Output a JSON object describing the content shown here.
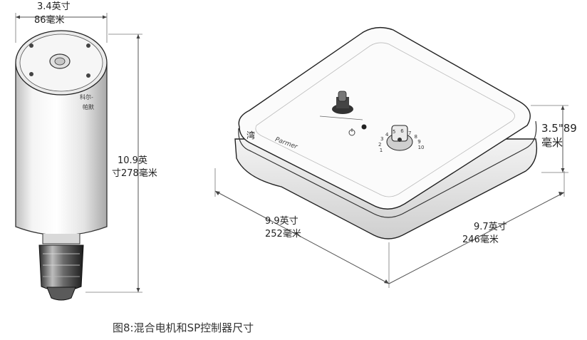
{
  "motor": {
    "width_in": "3.4英寸",
    "width_mm": "86毫米",
    "height_in": "10.9英",
    "height_mm": "寸278毫米",
    "brand_line1": "科尔-",
    "brand_line2": "帕默"
  },
  "controller": {
    "width_in": "9.9英寸",
    "width_mm": "252毫米",
    "depth_in": "9.7英寸",
    "depth_mm": "246毫米",
    "height_in": "3.5\"89",
    "height_mm": "毫米",
    "brand_char": "湾",
    "brand_text": "Parmer",
    "dial_numbers": [
      "1",
      "2",
      "3",
      "4",
      "5",
      "6",
      "7",
      "8",
      "9",
      "10"
    ]
  },
  "caption": "图8:混合电机和SP控制器尺寸"
}
